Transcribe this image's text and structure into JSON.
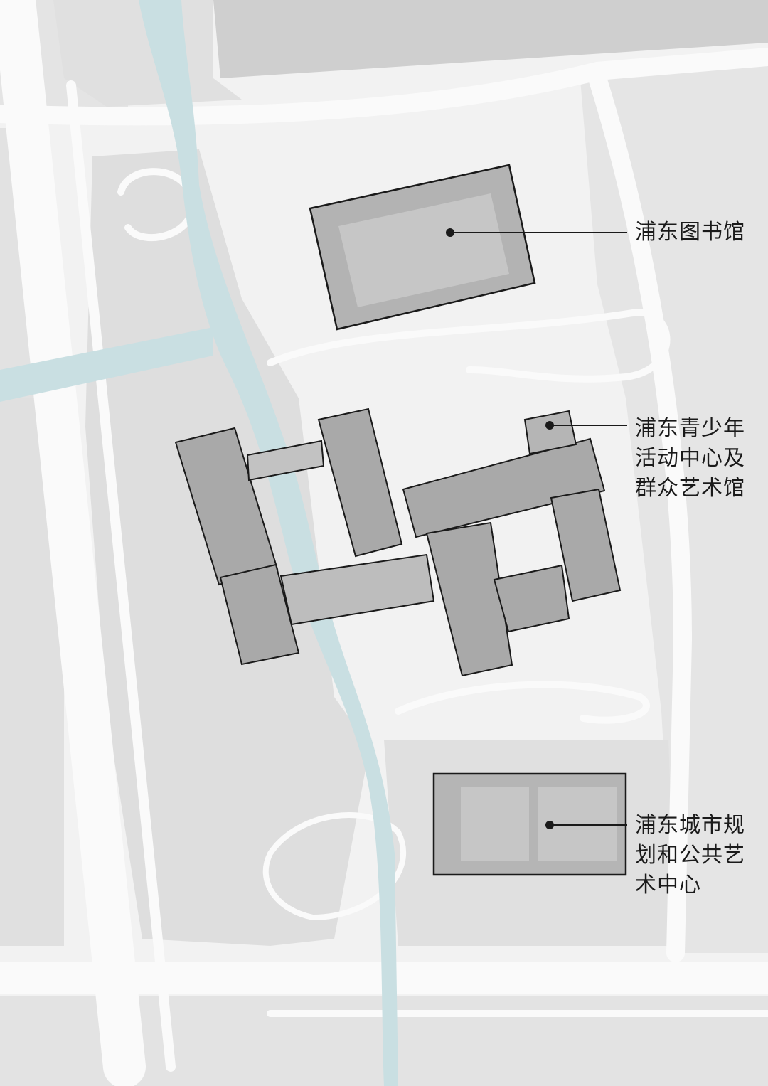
{
  "map": {
    "callouts": {
      "library": {
        "label": "浦东图书馆"
      },
      "youth_center": {
        "label": "浦东青少年\n活动中心及\n群众艺术馆"
      },
      "planning_center": {
        "label": "浦东城市规\n划和公共艺\n术中心"
      }
    }
  },
  "colors": {
    "background": "#f2f2f2",
    "ground_block": "#e3e3e3",
    "green_area": "#dcdcdc",
    "road": "#fafafa",
    "river": "#c9dfe2",
    "building_fill": "#a9a9a9",
    "building_roof": "#c8c8c8",
    "outline": "#1a1a1a",
    "top_dark_block": "#d0d0d0"
  }
}
